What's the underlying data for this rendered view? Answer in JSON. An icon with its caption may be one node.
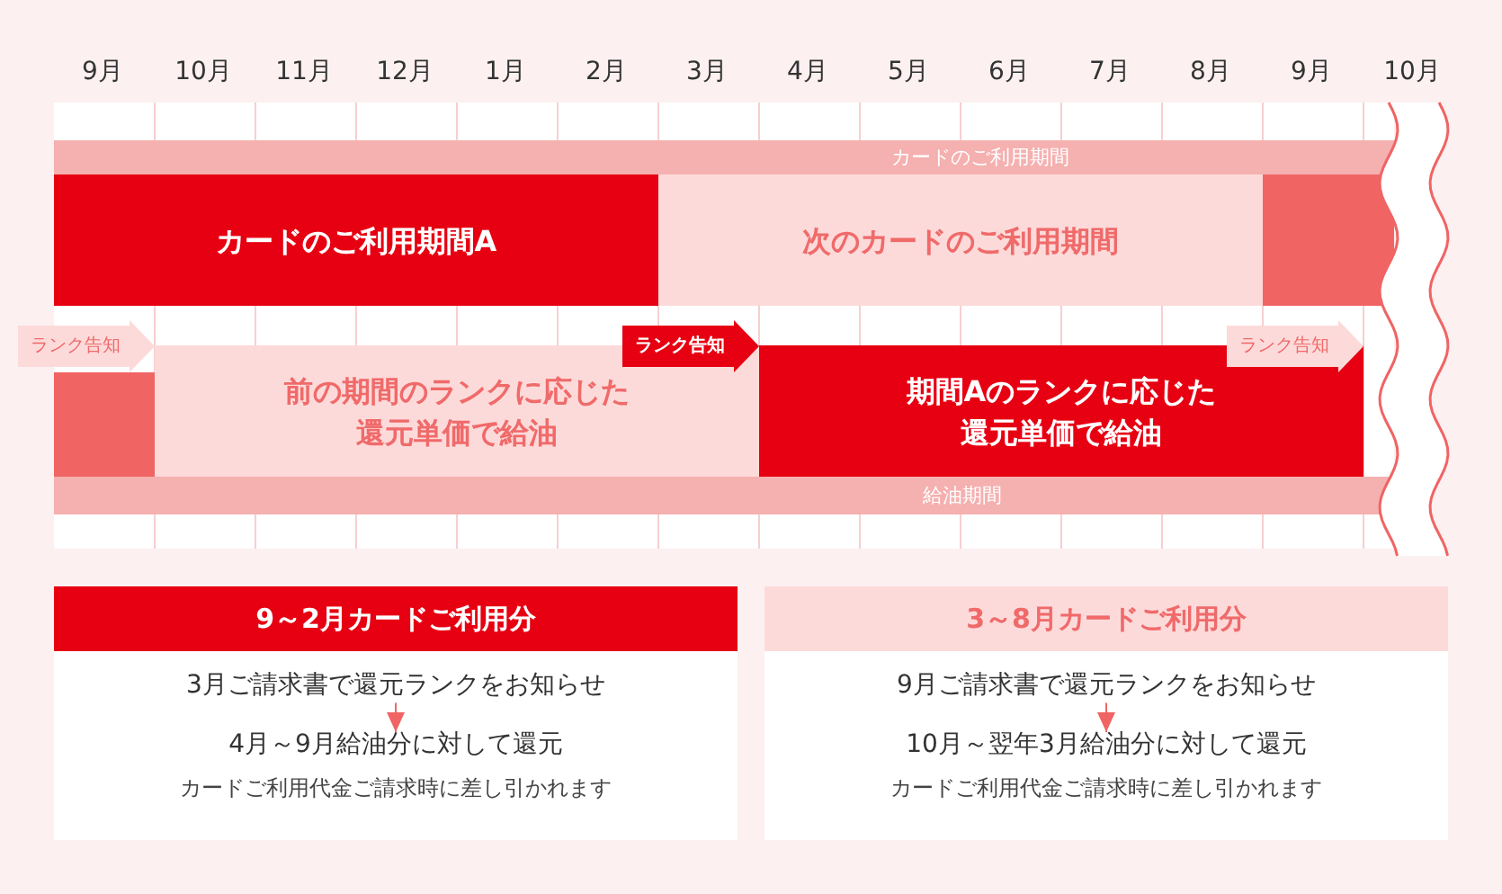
{
  "diagram": {
    "nodes": [
      {
        "text": [
          "カードのご利用期間"
        ]
      },
      {
        "text": [
          "カードのご利用期間A"
        ]
      },
      {
        "text": [
          "次のカードのご利用期間"
        ]
      },
      {
        "text": [],
        "shape": "box"
      },
      {
        "text": [],
        "shape": "box"
      },
      {
        "text": [
          "前の期間のランクに応じた還元単価で給油"
        ]
      },
      {
        "text": [
          "期間Aのランクに応じた還元単価で給油"
        ]
      },
      {
        "text": [
          "給油期間"
        ]
      },
      {
        "text": [
          "9～2月カードご利用分"
        ]
      },
      {
        "text": [
          "3月ご請求書で還元ランクをお知らせ"
        ],
        "in": 8
      },
      {
        "text": [
          "4月～9月給油分に対して還元",
          "カードご利用代金ご請求時に差し引かれます"
        ],
        "in": 8
      },
      {
        "text": [
          "3～8月カードご利用分"
        ]
      },
      {
        "text": [
          "9月ご請求書で還元ランクをお知らせ"
        ],
        "in": 11
      },
      {
        "text": [
          "10月～翌年3月給油分に対して還元",
          "カードご利用代金ご請求時に差し引かれます"
        ],
        "in": 11
      }
    ],
    "edges": [
      {
        "from": null,
        "to": 5,
        "arrow": "to",
        "label": "ランク告知"
      },
      {
        "from": 5,
        "to": 6,
        "arrow": "to",
        "label": "ランク告知",
        "color": "#e60012"
      },
      {
        "from": 6,
        "to": 3,
        "arrow": "to",
        "label": "ランク告知"
      },
      {
        "from": 9,
        "to": 10,
        "arrow": "to",
        "color": "#f06464"
      },
      {
        "from": 12,
        "to": 13,
        "arrow": "to",
        "color": "#f06464"
      }
    ],
    "labels": [
      "9月",
      "10月",
      "11月",
      "12月",
      "1月",
      "2月",
      "3月",
      "4月",
      "5月",
      "6月",
      "7月",
      "8月",
      "9月",
      "10月"
    ]
  }
}
